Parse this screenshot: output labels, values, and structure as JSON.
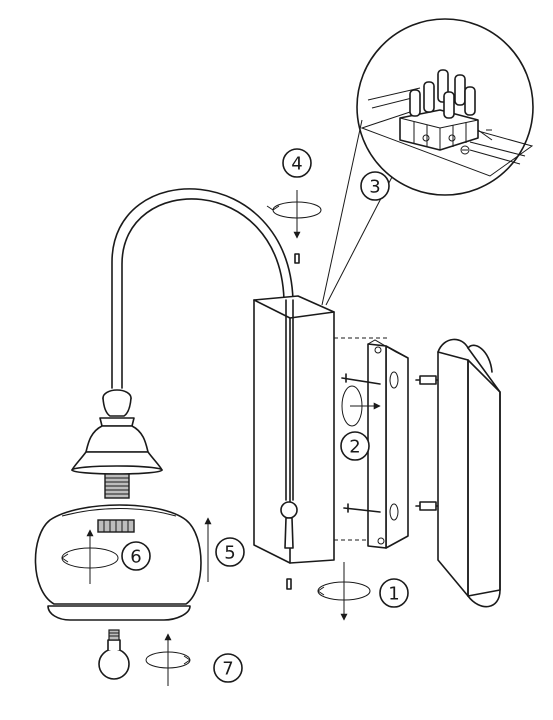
{
  "steps": [
    {
      "label": "1"
    },
    {
      "label": "2"
    },
    {
      "label": "3"
    },
    {
      "label": "4"
    },
    {
      "label": "5"
    },
    {
      "label": "6"
    },
    {
      "label": "7"
    }
  ],
  "colors": {
    "line": "#1a1a1a",
    "background": "#ffffff",
    "shade": "#bdbdbd"
  }
}
